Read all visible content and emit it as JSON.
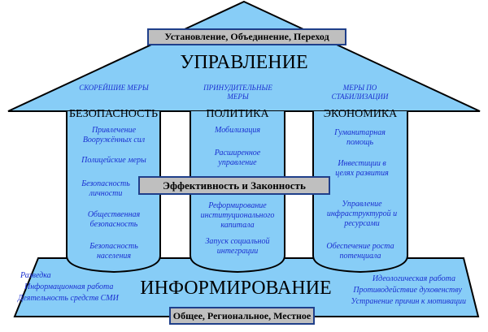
{
  "colors": {
    "fill": "#87cdf7",
    "stroke": "#000000",
    "band": "#bfbfbf",
    "band_border": "#1f3f8a",
    "italic_text": "#1a2fd0"
  },
  "roof": {
    "band": "Установление, Объединение, Переход",
    "title": "УПРАВЛЕНИЕ",
    "captions": [
      "СКОРЕЙШИЕ МЕРЫ",
      "ПРИНУДИТЕЛЬНЫЕ МЕРЫ",
      "МЕРЫ ПО СТАБИЛИЗАЦИИ"
    ]
  },
  "columns": [
    {
      "title": "БЕЗОПАСНОСТЬ",
      "items": [
        "Привлечение Вооружённых сил",
        "Полицейские меры",
        "Безопасность личности",
        "Общественная безопасность",
        "Безопасность населения"
      ]
    },
    {
      "title": "ПОЛИТИКА",
      "items": [
        "Мобилизация",
        "Расширенное управление",
        "Реформирование институционального капитала",
        "Запуск социальной интеграции"
      ]
    },
    {
      "title": "ЭКОНОМИКА",
      "items": [
        "Гуманитарная помощь",
        "Инвестиции в целях развития",
        "Управление инфраструктурой и ресурсами",
        "Обеспечение роста потенциала"
      ]
    }
  ],
  "middle_band": "Эффективность и Законность",
  "base": {
    "title": "ИНФОРМИРОВАНИЕ",
    "left_items": [
      "Разведка",
      "Информационная работа",
      "Деятельность средств СМИ"
    ],
    "right_items": [
      "Идеологическая работа",
      "Противодействие духовенству",
      "Устранение причин к мотивации"
    ],
    "band": "Общее, Региональное, Местное"
  }
}
